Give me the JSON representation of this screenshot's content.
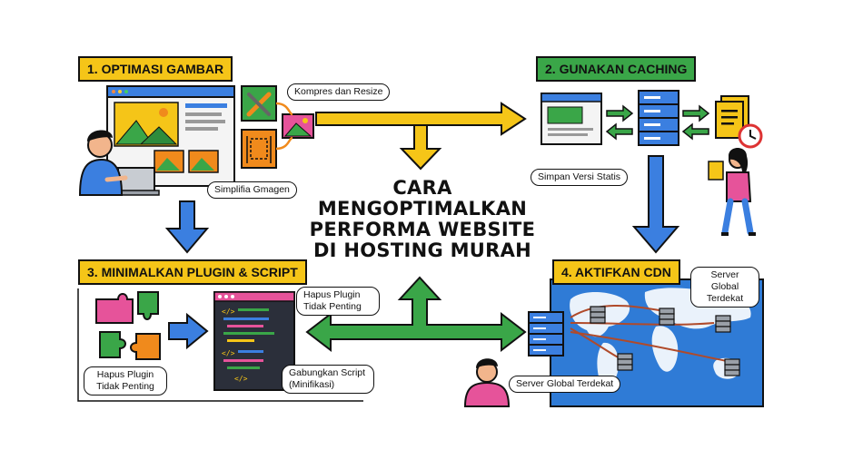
{
  "title": {
    "line1": "CARA",
    "line2": "MENGOPTIMALKAN",
    "line3": "PERFORMA WEBSITE",
    "line4": "DI HOSTING MURAH"
  },
  "steps": [
    {
      "label": "1. OPTIMASI GAMBAR",
      "callouts": [
        "Kompres dan Resize",
        "Simplifia Gmagen"
      ]
    },
    {
      "label": "2. GUNAKAN CACHING",
      "callouts": [
        "Simpan Versi Statis"
      ]
    },
    {
      "label": "3. MINIMALKAN PLUGIN & SCRIPT",
      "callouts": [
        "Hapus Plugin Tidak Penting",
        "Hapus Plugin Tidak Penting",
        "Gabungkan Script (Minifikasi)"
      ]
    },
    {
      "label": "4. AKTIFKAN CDN",
      "callouts": [
        "Server Global Terdekat",
        "Server Global Terdekat"
      ]
    }
  ],
  "colors": {
    "yellow": "#f5c518",
    "green": "#3aa648",
    "blue": "#3b7fe0",
    "map_blue": "#2f7bd6",
    "orange": "#f08a1c",
    "pink": "#e6539a",
    "code_bg": "#2b2f3a"
  },
  "icons": [
    "tools-icon",
    "image-icon",
    "resize-icon",
    "laptop-icon",
    "server-icon",
    "document-icon",
    "clock-icon",
    "puzzle-icon",
    "code-icon",
    "world-map-icon"
  ]
}
